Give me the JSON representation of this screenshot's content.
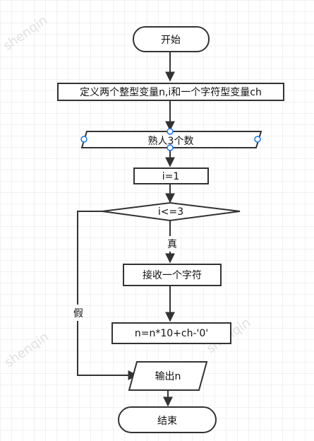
{
  "watermark": "shenqin",
  "nodes": {
    "start": "开始",
    "define": "定义两个整型变量n,i和一个字符型变量ch",
    "input": "熟人3个数",
    "init": "i=1",
    "condition": "i<=3",
    "receive": "接收一个字符",
    "compute": "n=n*10+ch-'0'",
    "output": "输出n",
    "end": "结束"
  },
  "edge_labels": {
    "true": "真",
    "false": "假"
  },
  "colors": {
    "stroke": "#333333",
    "grid": "#e6e6e6",
    "selection": "#1a73e8"
  }
}
